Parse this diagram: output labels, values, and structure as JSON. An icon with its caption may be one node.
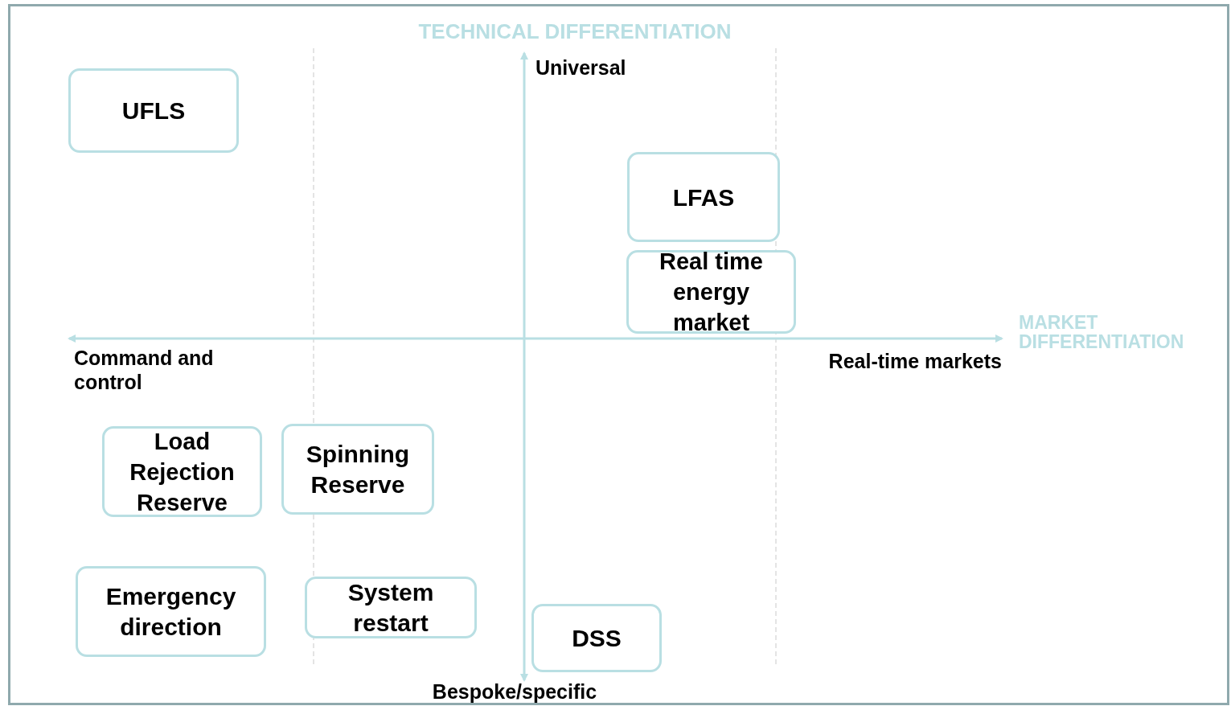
{
  "diagram": {
    "nodes": [
      {
        "text": [
          "UFLS"
        ]
      },
      {
        "text": [
          "LFAS"
        ]
      },
      {
        "text": [
          "Real time energy market"
        ]
      },
      {
        "text": [
          "Load Rejection Reserve"
        ]
      },
      {
        "text": [
          "Spinning Reserve"
        ]
      },
      {
        "text": [
          "Emergency direction"
        ]
      },
      {
        "text": [
          "System restart"
        ]
      },
      {
        "text": [
          "DSS"
        ]
      }
    ],
    "edges": [],
    "labels": [
      "TECHNICAL DIFFERENTIATION",
      "Universal",
      "MARKET DIFFERENTIATION",
      "Command and control",
      "Real-time markets",
      "Bespoke/specific"
    ]
  }
}
